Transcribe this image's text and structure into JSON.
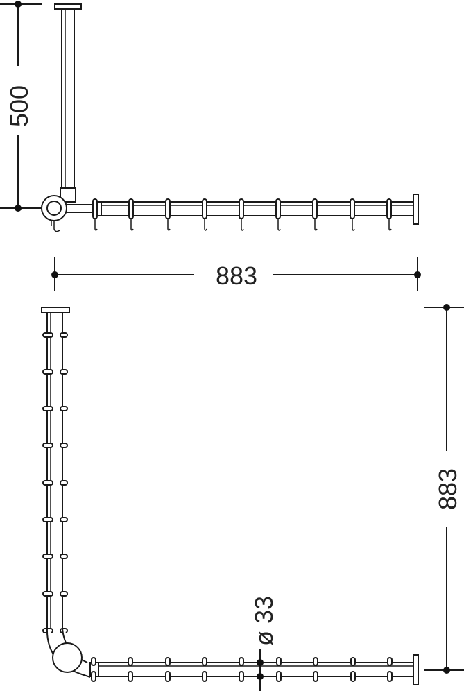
{
  "dimensions": {
    "height_top": "500",
    "width_top": "883",
    "side_right": "883",
    "diameter": "ø 33"
  },
  "colors": {
    "line": "#1a1a1a",
    "background": "#ffffff"
  }
}
